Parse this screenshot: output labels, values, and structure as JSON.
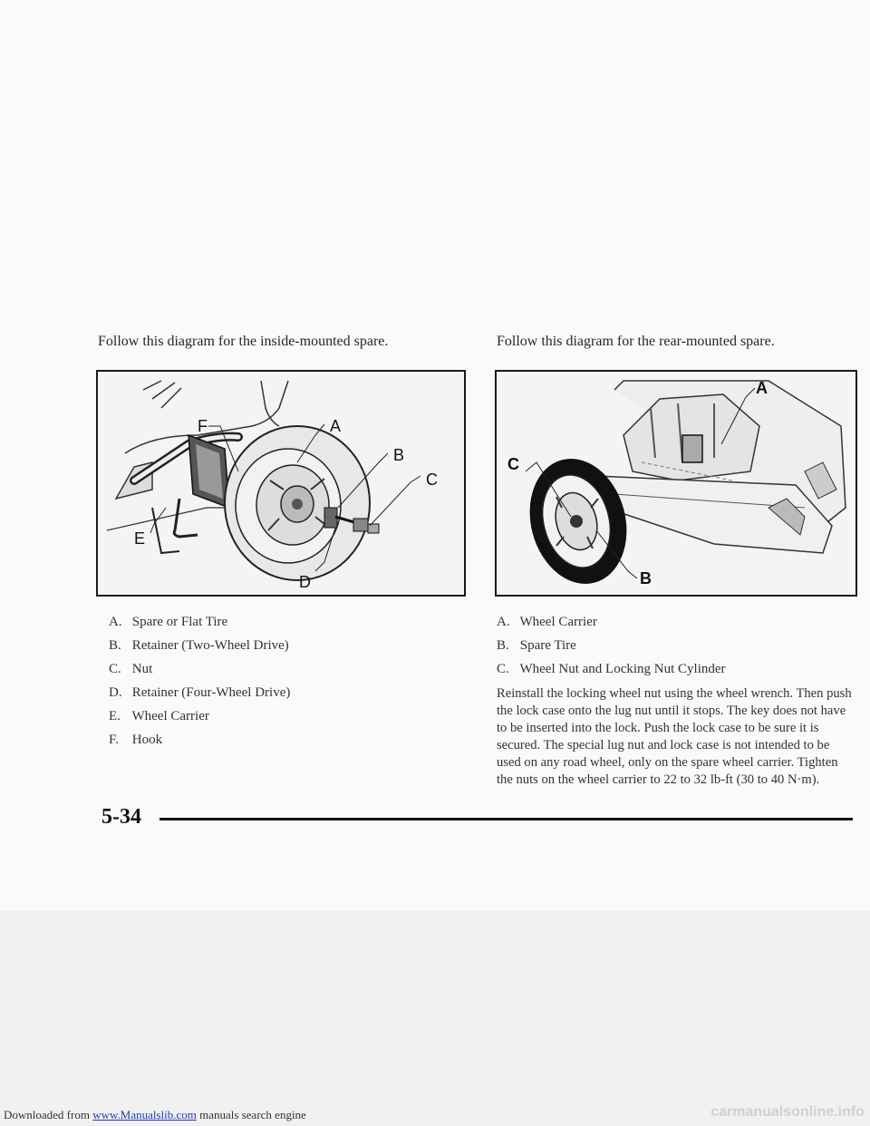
{
  "left_section": {
    "caption": "Follow this diagram for the inside-mounted spare.",
    "callouts": {
      "a": "A",
      "b": "B",
      "c": "C",
      "d": "D",
      "e": "E",
      "f": "F"
    },
    "legend": [
      {
        "key": "A.",
        "text": "Spare or Flat Tire"
      },
      {
        "key": "B.",
        "text": "Retainer (Two-Wheel Drive)"
      },
      {
        "key": "C.",
        "text": "Nut"
      },
      {
        "key": "D.",
        "text": "Retainer (Four-Wheel Drive)"
      },
      {
        "key": "E.",
        "text": "Wheel Carrier"
      },
      {
        "key": "F.",
        "text": "Hook"
      }
    ]
  },
  "right_section": {
    "caption": "Follow this diagram for the rear-mounted spare.",
    "callouts": {
      "a": "A",
      "b": "B",
      "c": "C"
    },
    "legend": [
      {
        "key": "A.",
        "text": "Wheel Carrier"
      },
      {
        "key": "B.",
        "text": "Spare Tire"
      },
      {
        "key": "C.",
        "text": "Wheel Nut and Locking Nut Cylinder"
      }
    ],
    "body": "Reinstall the locking wheel nut using the wheel wrench. Then push the lock case onto the lug nut until it stops. The key does not have to be inserted into the lock. Push the lock case to be sure it is secured. The special lug nut and lock case is not intended to be used on any road wheel, only on the spare wheel carrier. Tighten the nuts on the wheel carrier to 22 to 32 lb-ft (30 to 40 N·m)."
  },
  "page_number": "5-34",
  "footer": {
    "prefix": "Downloaded from ",
    "link": "www.Manualslib.com",
    "suffix": " manuals search engine",
    "watermark": "carmanualsonline.info"
  }
}
